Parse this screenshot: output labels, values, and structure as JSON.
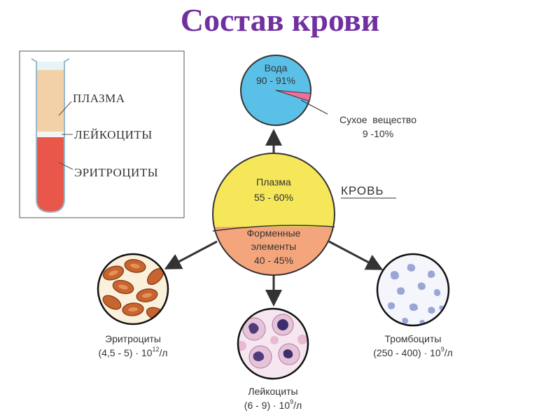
{
  "title": "Состав крови",
  "tube": {
    "plasma": "ПЛАЗМА",
    "leukocytes": "ЛЕЙКОЦИТЫ",
    "erythrocytes": "ЭРИТРОЦИТЫ"
  },
  "blood_label": "КРОВЬ",
  "center": {
    "plasma_name": "Плазма",
    "plasma_pct": "55 - 60%",
    "formed_line1": "Форменные",
    "formed_line2": "элементы",
    "formed_pct": "40 - 45%"
  },
  "water": {
    "name": "Вода",
    "pct": "90 - 91%",
    "dry_name": "Сухое  вещество",
    "dry_pct": "9 -10%"
  },
  "erythrocytes": {
    "name": "Эритроциты",
    "count_prefix": "(4,5 - 5) · 10",
    "count_exp": "12",
    "count_suffix": "/л"
  },
  "leukocytes": {
    "name": "Лейкоциты",
    "count_prefix": "(6 - 9) · 10",
    "count_exp": "9",
    "count_suffix": "/л"
  },
  "platelets": {
    "name": "Тромбоциты",
    "count_prefix": "(250 - 400) · 10",
    "count_exp": "9",
    "count_suffix": "/л"
  },
  "colors": {
    "title": "#7030a0",
    "water": "#5bc0e8",
    "dry_matter": "#f26d9a",
    "plasma": "#f5e65a",
    "formed": "#f5a57c",
    "tube_plasma": "#f2d1a8",
    "tube_blood": "#e8574a"
  }
}
